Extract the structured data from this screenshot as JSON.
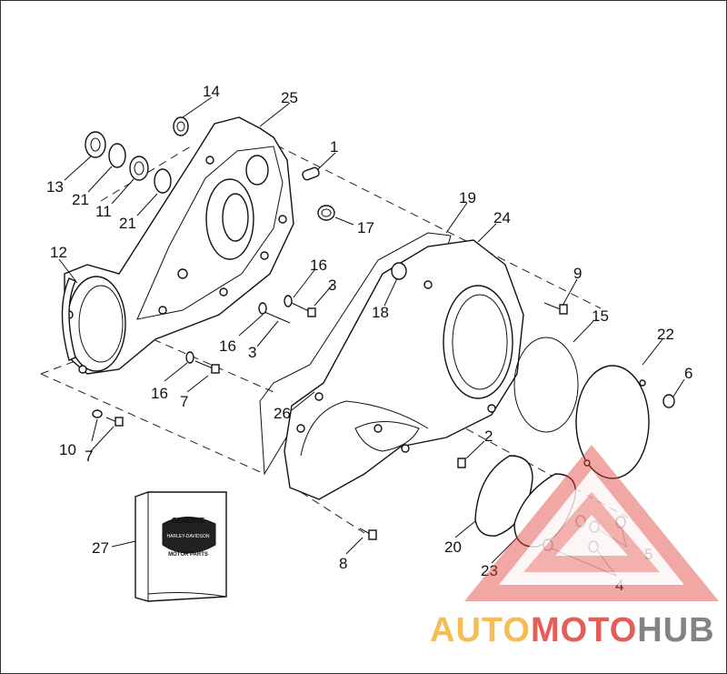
{
  "callouts": [
    {
      "id": "c1",
      "text": "1"
    },
    {
      "id": "c2",
      "text": "2"
    },
    {
      "id": "c3a",
      "text": "3"
    },
    {
      "id": "c3b",
      "text": "3"
    },
    {
      "id": "c4",
      "text": "4"
    },
    {
      "id": "c5",
      "text": "5"
    },
    {
      "id": "c6",
      "text": "6"
    },
    {
      "id": "c7a",
      "text": "7"
    },
    {
      "id": "c7b",
      "text": "7"
    },
    {
      "id": "c8",
      "text": "8"
    },
    {
      "id": "c9",
      "text": "9"
    },
    {
      "id": "c10",
      "text": "10"
    },
    {
      "id": "c11",
      "text": "11"
    },
    {
      "id": "c12",
      "text": "12"
    },
    {
      "id": "c13",
      "text": "13"
    },
    {
      "id": "c14",
      "text": "14"
    },
    {
      "id": "c15",
      "text": "15"
    },
    {
      "id": "c16a",
      "text": "16"
    },
    {
      "id": "c16b",
      "text": "16"
    },
    {
      "id": "c16c",
      "text": "16"
    },
    {
      "id": "c17",
      "text": "17"
    },
    {
      "id": "c18",
      "text": "18"
    },
    {
      "id": "c19",
      "text": "19"
    },
    {
      "id": "c20",
      "text": "20"
    },
    {
      "id": "c21a",
      "text": "21"
    },
    {
      "id": "c21b",
      "text": "21"
    },
    {
      "id": "c22",
      "text": "22"
    },
    {
      "id": "c23",
      "text": "23"
    },
    {
      "id": "c24",
      "text": "24"
    },
    {
      "id": "c25",
      "text": "25"
    },
    {
      "id": "c26",
      "text": "26"
    },
    {
      "id": "c27",
      "text": "27"
    }
  ],
  "package_logo": {
    "top": "GENUINE",
    "middle": "HARLEY-DAVIDSON",
    "bottom": "MOTOR PARTS"
  },
  "watermark": {
    "part1": "AUTO",
    "part2": "MOTO",
    "part3": "HUB",
    "color_orange": "#f5b335",
    "color_red": "#e0413a",
    "color_grey": "#6e6e6e"
  }
}
